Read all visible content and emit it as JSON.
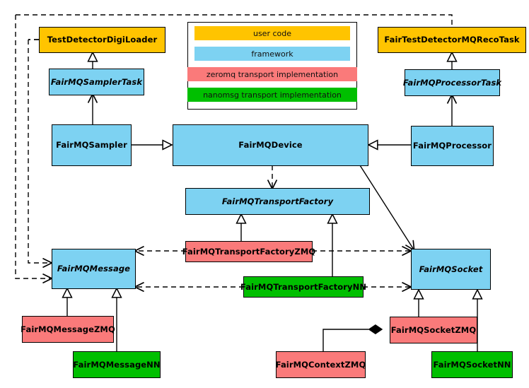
{
  "diagram": {
    "title": "FairMQ class diagram",
    "colors": {
      "user_code": "#FFC400",
      "framework": "#7DD2F2",
      "zeromq": "#FA7A7A",
      "nanomsg": "#00BF00",
      "stroke": "#000000",
      "background": "#FFFFFF"
    },
    "legend": {
      "items": [
        {
          "label": "user code",
          "color": "#FFC400",
          "key": "user_code"
        },
        {
          "label": "framework",
          "color": "#7DD2F2",
          "key": "framework"
        },
        {
          "label": "zeromq transport implementation",
          "color": "#FA7A7A",
          "key": "zeromq"
        },
        {
          "label": "nanomsg transport implementation",
          "color": "#00BF00",
          "key": "nanomsg"
        }
      ]
    },
    "nodes": [
      {
        "id": "TestDetectorDigiLoader",
        "label": "TestDetectorDigiLoader",
        "category": "user_code",
        "abstract": false
      },
      {
        "id": "FairTestDetectorMQRecoTask",
        "label": "FairTestDetectorMQRecoTask",
        "category": "user_code",
        "abstract": false
      },
      {
        "id": "FairMQSamplerTask",
        "label": "FairMQSamplerTask",
        "category": "framework",
        "abstract": true
      },
      {
        "id": "FairMQProcessorTask",
        "label": "FairMQProcessorTask",
        "category": "framework",
        "abstract": true
      },
      {
        "id": "FairMQSampler",
        "label": "FairMQSampler",
        "category": "framework",
        "abstract": false
      },
      {
        "id": "FairMQDevice",
        "label": "FairMQDevice",
        "category": "framework",
        "abstract": false
      },
      {
        "id": "FairMQProcessor",
        "label": "FairMQProcessor",
        "category": "framework",
        "abstract": false
      },
      {
        "id": "FairMQTransportFactory",
        "label": "FairMQTransportFactory",
        "category": "framework",
        "abstract": true
      },
      {
        "id": "FairMQTransportFactoryZMQ",
        "label": "FairMQTransportFactoryZMQ",
        "category": "zeromq",
        "abstract": false
      },
      {
        "id": "FairMQTransportFactoryNN",
        "label": "FairMQTransportFactoryNN",
        "category": "nanomsg",
        "abstract": false
      },
      {
        "id": "FairMQMessage",
        "label": "FairMQMessage",
        "category": "framework",
        "abstract": true
      },
      {
        "id": "FairMQSocket",
        "label": "FairMQSocket",
        "category": "framework",
        "abstract": true
      },
      {
        "id": "FairMQMessageZMQ",
        "label": "FairMQMessageZMQ",
        "category": "zeromq",
        "abstract": false
      },
      {
        "id": "FairMQMessageNN",
        "label": "FairMQMessageNN",
        "category": "nanomsg",
        "abstract": false
      },
      {
        "id": "FairMQSocketZMQ",
        "label": "FairMQSocketZMQ",
        "category": "zeromq",
        "abstract": false
      },
      {
        "id": "FairMQSocketNN",
        "label": "FairMQSocketNN",
        "category": "nanomsg",
        "abstract": false
      },
      {
        "id": "FairMQContextZMQ",
        "label": "FairMQContextZMQ",
        "category": "zeromq",
        "abstract": false
      }
    ],
    "edges": [
      {
        "from": "FairMQSamplerTask",
        "to": "TestDetectorDigiLoader",
        "type": "generalization"
      },
      {
        "from": "FairMQProcessorTask",
        "to": "FairTestDetectorMQRecoTask",
        "type": "generalization"
      },
      {
        "from": "FairMQSampler",
        "to": "FairMQSamplerTask",
        "type": "generalization"
      },
      {
        "from": "FairMQProcessor",
        "to": "FairMQProcessorTask",
        "type": "generalization"
      },
      {
        "from": "FairMQSampler",
        "to": "FairMQDevice",
        "type": "generalization"
      },
      {
        "from": "FairMQProcessor",
        "to": "FairMQDevice",
        "type": "generalization"
      },
      {
        "from": "FairMQDevice",
        "to": "FairMQTransportFactory",
        "type": "dependency"
      },
      {
        "from": "FairMQDevice",
        "to": "FairMQSocket",
        "type": "association"
      },
      {
        "from": "FairMQTransportFactoryZMQ",
        "to": "FairMQTransportFactory",
        "type": "generalization"
      },
      {
        "from": "FairMQTransportFactoryNN",
        "to": "FairMQTransportFactory",
        "type": "generalization"
      },
      {
        "from": "FairMQTransportFactoryZMQ",
        "to": "FairMQMessage",
        "type": "dependency"
      },
      {
        "from": "FairMQTransportFactoryZMQ",
        "to": "FairMQSocket",
        "type": "dependency"
      },
      {
        "from": "FairMQTransportFactoryNN",
        "to": "FairMQMessage",
        "type": "dependency"
      },
      {
        "from": "FairMQTransportFactoryNN",
        "to": "FairMQSocket",
        "type": "dependency"
      },
      {
        "from": "TestDetectorDigiLoader",
        "to": "FairMQMessage",
        "type": "dependency"
      },
      {
        "from": "FairTestDetectorMQRecoTask",
        "to": "FairMQMessage",
        "type": "dependency"
      },
      {
        "from": "FairMQMessageZMQ",
        "to": "FairMQMessage",
        "type": "generalization"
      },
      {
        "from": "FairMQMessageNN",
        "to": "FairMQMessage",
        "type": "generalization"
      },
      {
        "from": "FairMQSocketZMQ",
        "to": "FairMQSocket",
        "type": "generalization"
      },
      {
        "from": "FairMQSocketNN",
        "to": "FairMQSocket",
        "type": "generalization"
      },
      {
        "from": "FairMQContextZMQ",
        "to": "FairMQSocketZMQ",
        "type": "composition"
      }
    ]
  }
}
